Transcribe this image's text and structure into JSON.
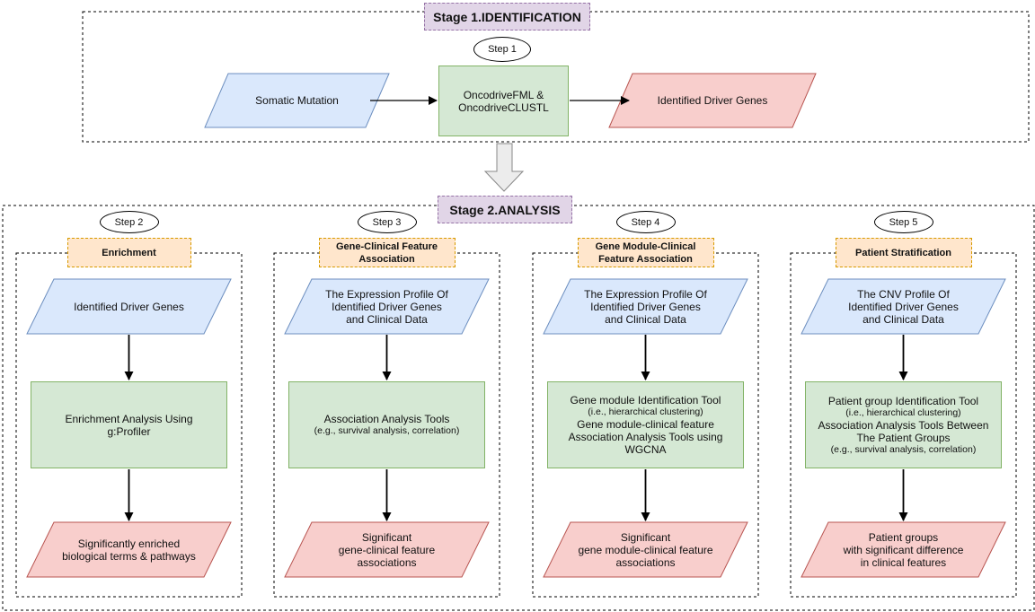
{
  "stage1": {
    "title": "Stage 1.IDENTIFICATION"
  },
  "stage2": {
    "title": "Stage 2.ANALYSIS"
  },
  "step1": {
    "label": "Step 1",
    "input": "Somatic Mutation",
    "tool": "OncodriveFML &\nOncodriveCLUSTL",
    "output": "Identified Driver Genes"
  },
  "columns": [
    {
      "step": "Step 2",
      "title": "Enrichment",
      "input": "Identified Driver Genes",
      "process": [
        {
          "text": "Enrichment Analysis Using\ng:Profiler",
          "small": false
        }
      ],
      "output": "Significantly enriched\nbiological terms & pathways"
    },
    {
      "step": "Step 3",
      "title": "Gene-Clinical Feature\nAssociation",
      "input": "The Expression Profile Of\nIdentified Driver Genes\nand Clinical Data",
      "process": [
        {
          "text": "Association Analysis Tools",
          "small": false
        },
        {
          "text": "(e.g., survival analysis, correlation)",
          "small": true
        }
      ],
      "output": "Significant\ngene-clinical feature\nassociations"
    },
    {
      "step": "Step 4",
      "title": "Gene Module-Clinical\nFeature Association",
      "input": "The Expression Profile Of\nIdentified Driver Genes\nand Clinical Data",
      "process": [
        {
          "text": "Gene module Identification Tool",
          "small": false
        },
        {
          "text": "(i.e., hierarchical clustering)",
          "small": true
        },
        {
          "text": " ",
          "small": false
        },
        {
          "text": "Gene module-clinical feature\nAssociation Analysis Tools using\nWGCNA",
          "small": false
        }
      ],
      "output": "Significant\ngene module-clinical feature\nassociations"
    },
    {
      "step": "Step 5",
      "title": "Patient Stratification",
      "input": "The CNV Profile Of\nIdentified Driver Genes\nand Clinical Data",
      "process": [
        {
          "text": "Patient group Identification Tool",
          "small": false
        },
        {
          "text": "(i.e., hierarchical clustering)",
          "small": true
        },
        {
          "text": " ",
          "small": false
        },
        {
          "text": "Association Analysis Tools Between\nThe Patient Groups",
          "small": false
        },
        {
          "text": "(e.g., survival analysis, correlation)",
          "small": true
        }
      ],
      "output": "Patient groups\nwith significant difference\nin clinical features"
    }
  ],
  "colors": {
    "input_fill": "#dae8fc",
    "input_stroke": "#6c8ebf",
    "output_fill": "#f8cecc",
    "output_stroke": "#b85450",
    "process_fill": "#d5e8d4",
    "process_stroke": "#82b366",
    "title_fill": "#ffe6cc",
    "title_stroke": "#d79b00",
    "stage_fill": "#e1d5e7",
    "stage_stroke": "#9673a6"
  }
}
